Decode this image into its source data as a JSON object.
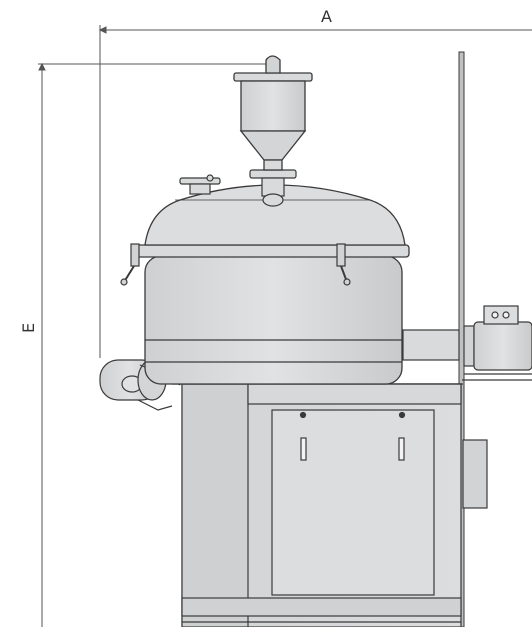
{
  "drawing": {
    "type": "technical elevation drawing",
    "dimensions": {
      "width_label": "A",
      "height_label": "E"
    }
  },
  "colors": {
    "outline": "#3a3a3a",
    "body_fill": "#d9dadb",
    "shadow_fill": "#c6c7c9",
    "highlight_fill": "#e6e7e8",
    "dimension_line": "#555555",
    "background": "#ffffff"
  }
}
